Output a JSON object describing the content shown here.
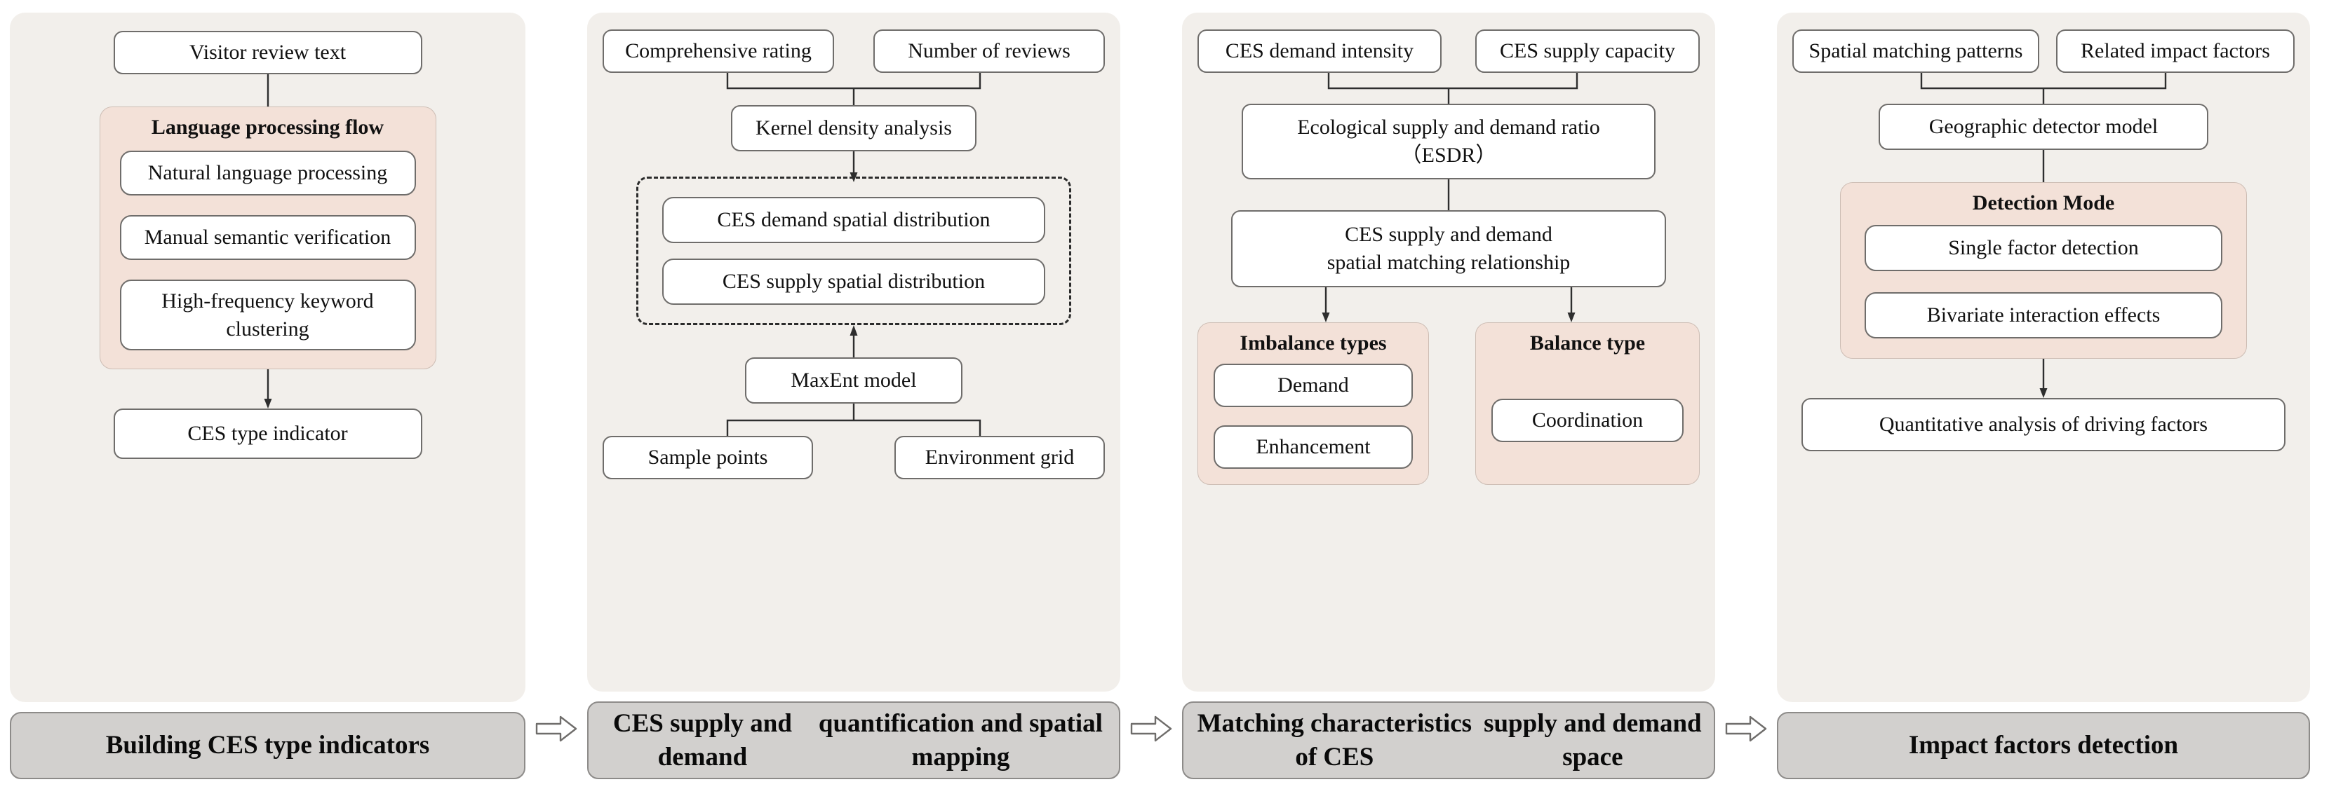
{
  "meta": {
    "title": "CES research framework flowchart",
    "colors": {
      "panel_bg": "#f2efeb",
      "group_bg": "#f3e1d8",
      "banner_bg": "#d2d0ce",
      "node_bg": "#ffffff",
      "line": "#2e2e2e"
    }
  },
  "arrows": {
    "between_stages": "right-block-arrow"
  },
  "panels": [
    {
      "id": "panel-1",
      "banner": "Building CES type indicators",
      "top_node": "Visitor review text",
      "group": {
        "title": "Language processing flow",
        "items": [
          "Natural language processing",
          "Manual semantic verification",
          "High-frequency keyword clustering"
        ]
      },
      "bottom_node": "CES type indicator"
    },
    {
      "id": "panel-2",
      "banner": "CES supply and demand quantification and spatial mapping",
      "banner_lines": [
        "CES supply and demand",
        "quantification and spatial mapping"
      ],
      "inputs": [
        "Comprehensive rating",
        "Number of reviews"
      ],
      "merge_node": "Kernel density analysis",
      "dashed_group": [
        "CES demand spatial distribution",
        "CES supply spatial distribution"
      ],
      "model_node": "MaxEnt model",
      "model_inputs": [
        "Sample points",
        "Environment grid"
      ]
    },
    {
      "id": "panel-3",
      "banner": "Matching characteristics of CES supply and demand space",
      "banner_lines": [
        "Matching characteristics of CES",
        "supply and demand space"
      ],
      "inputs": [
        "CES  demand intensity",
        "CES supply capacity"
      ],
      "ratio_node_lines": [
        "Ecological supply and demand ratio",
        "（ESDR）"
      ],
      "matching_node_lines": [
        "CES supply and demand",
        "spatial matching relationship"
      ],
      "groups": [
        {
          "title": "Imbalance types",
          "items": [
            "Demand",
            "Enhancement"
          ]
        },
        {
          "title": "Balance type",
          "items": [
            "Coordination"
          ]
        }
      ]
    },
    {
      "id": "panel-4",
      "banner": "Impact factors detection",
      "inputs": [
        "Spatial matching patterns",
        "Related impact factors"
      ],
      "model_node": "Geographic detector model",
      "group": {
        "title": "Detection Mode",
        "items": [
          "Single factor detection",
          "Bivariate interaction effects"
        ]
      },
      "bottom_node": "Quantitative analysis of driving factors"
    }
  ]
}
